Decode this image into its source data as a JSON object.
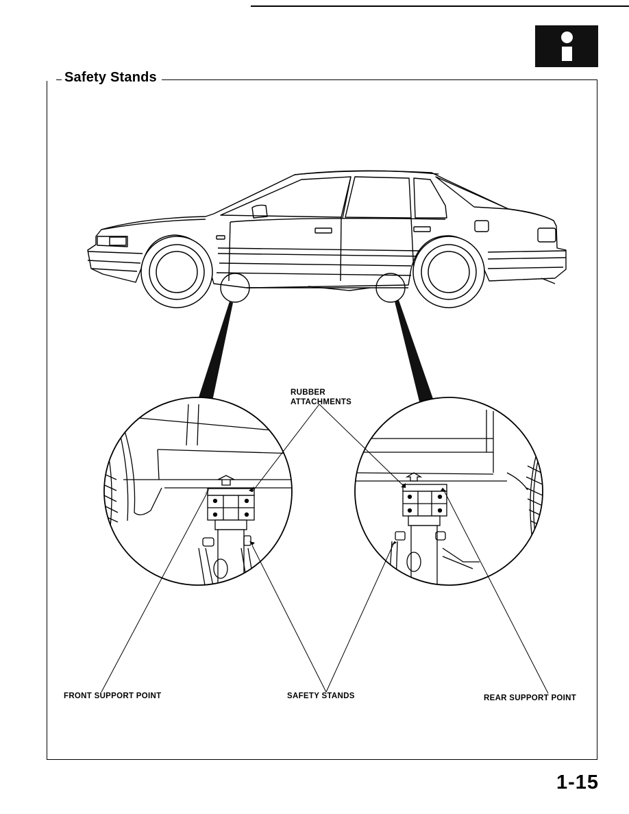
{
  "page": {
    "section_title": "Safety Stands",
    "page_number": "1-15",
    "info_icon": "info-icon"
  },
  "figure": {
    "labels": {
      "rubber_1": "RUBBER",
      "rubber_2": "ATTACHMENTS",
      "front_support": "FRONT SUPPORT POINT",
      "safety_stands": "SAFETY STANDS",
      "rear_support": "REAR SUPPORT POINT"
    }
  }
}
